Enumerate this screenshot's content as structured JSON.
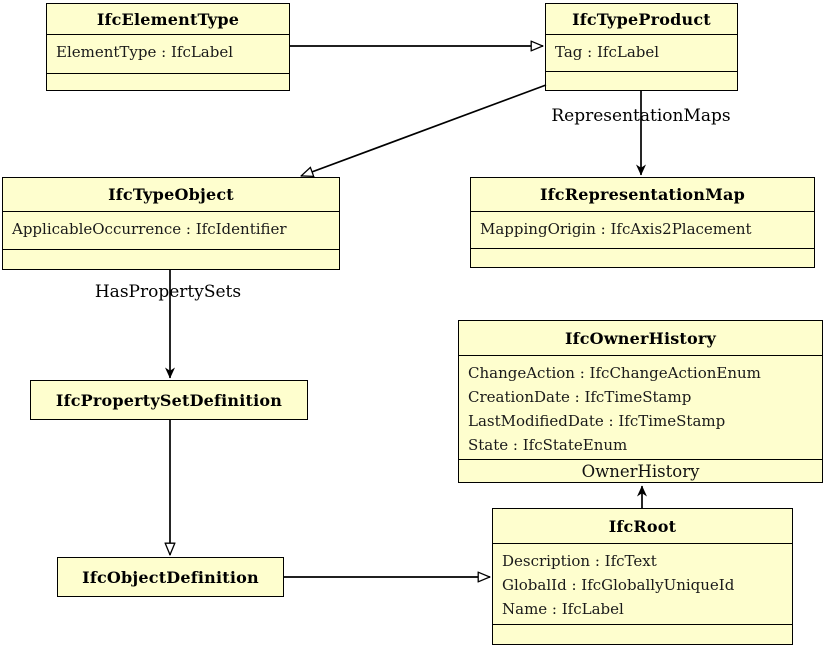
{
  "classes": {
    "ifc_element_type": {
      "name": "IfcElementType",
      "attributes": [
        "ElementType : IfcLabel"
      ]
    },
    "ifc_type_product": {
      "name": "IfcTypeProduct",
      "attributes": [
        "Tag : IfcLabel"
      ]
    },
    "ifc_type_object": {
      "name": "IfcTypeObject",
      "attributes": [
        "ApplicableOccurrence : IfcIdentifier"
      ]
    },
    "ifc_representation_map": {
      "name": "IfcRepresentationMap",
      "attributes": [
        "MappingOrigin : IfcAxis2Placement"
      ]
    },
    "ifc_owner_history": {
      "name": "IfcOwnerHistory",
      "attributes": [
        "ChangeAction : IfcChangeActionEnum",
        "CreationDate : IfcTimeStamp",
        "LastModifiedDate : IfcTimeStamp",
        "State : IfcStateEnum"
      ]
    },
    "ifc_property_set_definition": {
      "name": "IfcPropertySetDefinition"
    },
    "ifc_object_definition": {
      "name": "IfcObjectDefinition"
    },
    "ifc_root": {
      "name": "IfcRoot",
      "attributes": [
        "Description : IfcText",
        "GlobalId : IfcGloballyUniqueId",
        "Name : IfcLabel"
      ]
    }
  },
  "edge_labels": {
    "representation_maps": "RepresentationMaps",
    "has_property_sets": "HasPropertySets",
    "owner_history": "OwnerHistory"
  },
  "colors": {
    "class_fill": "#FEFECE",
    "line": "#000000",
    "attr_text": "#1A1A1A"
  }
}
